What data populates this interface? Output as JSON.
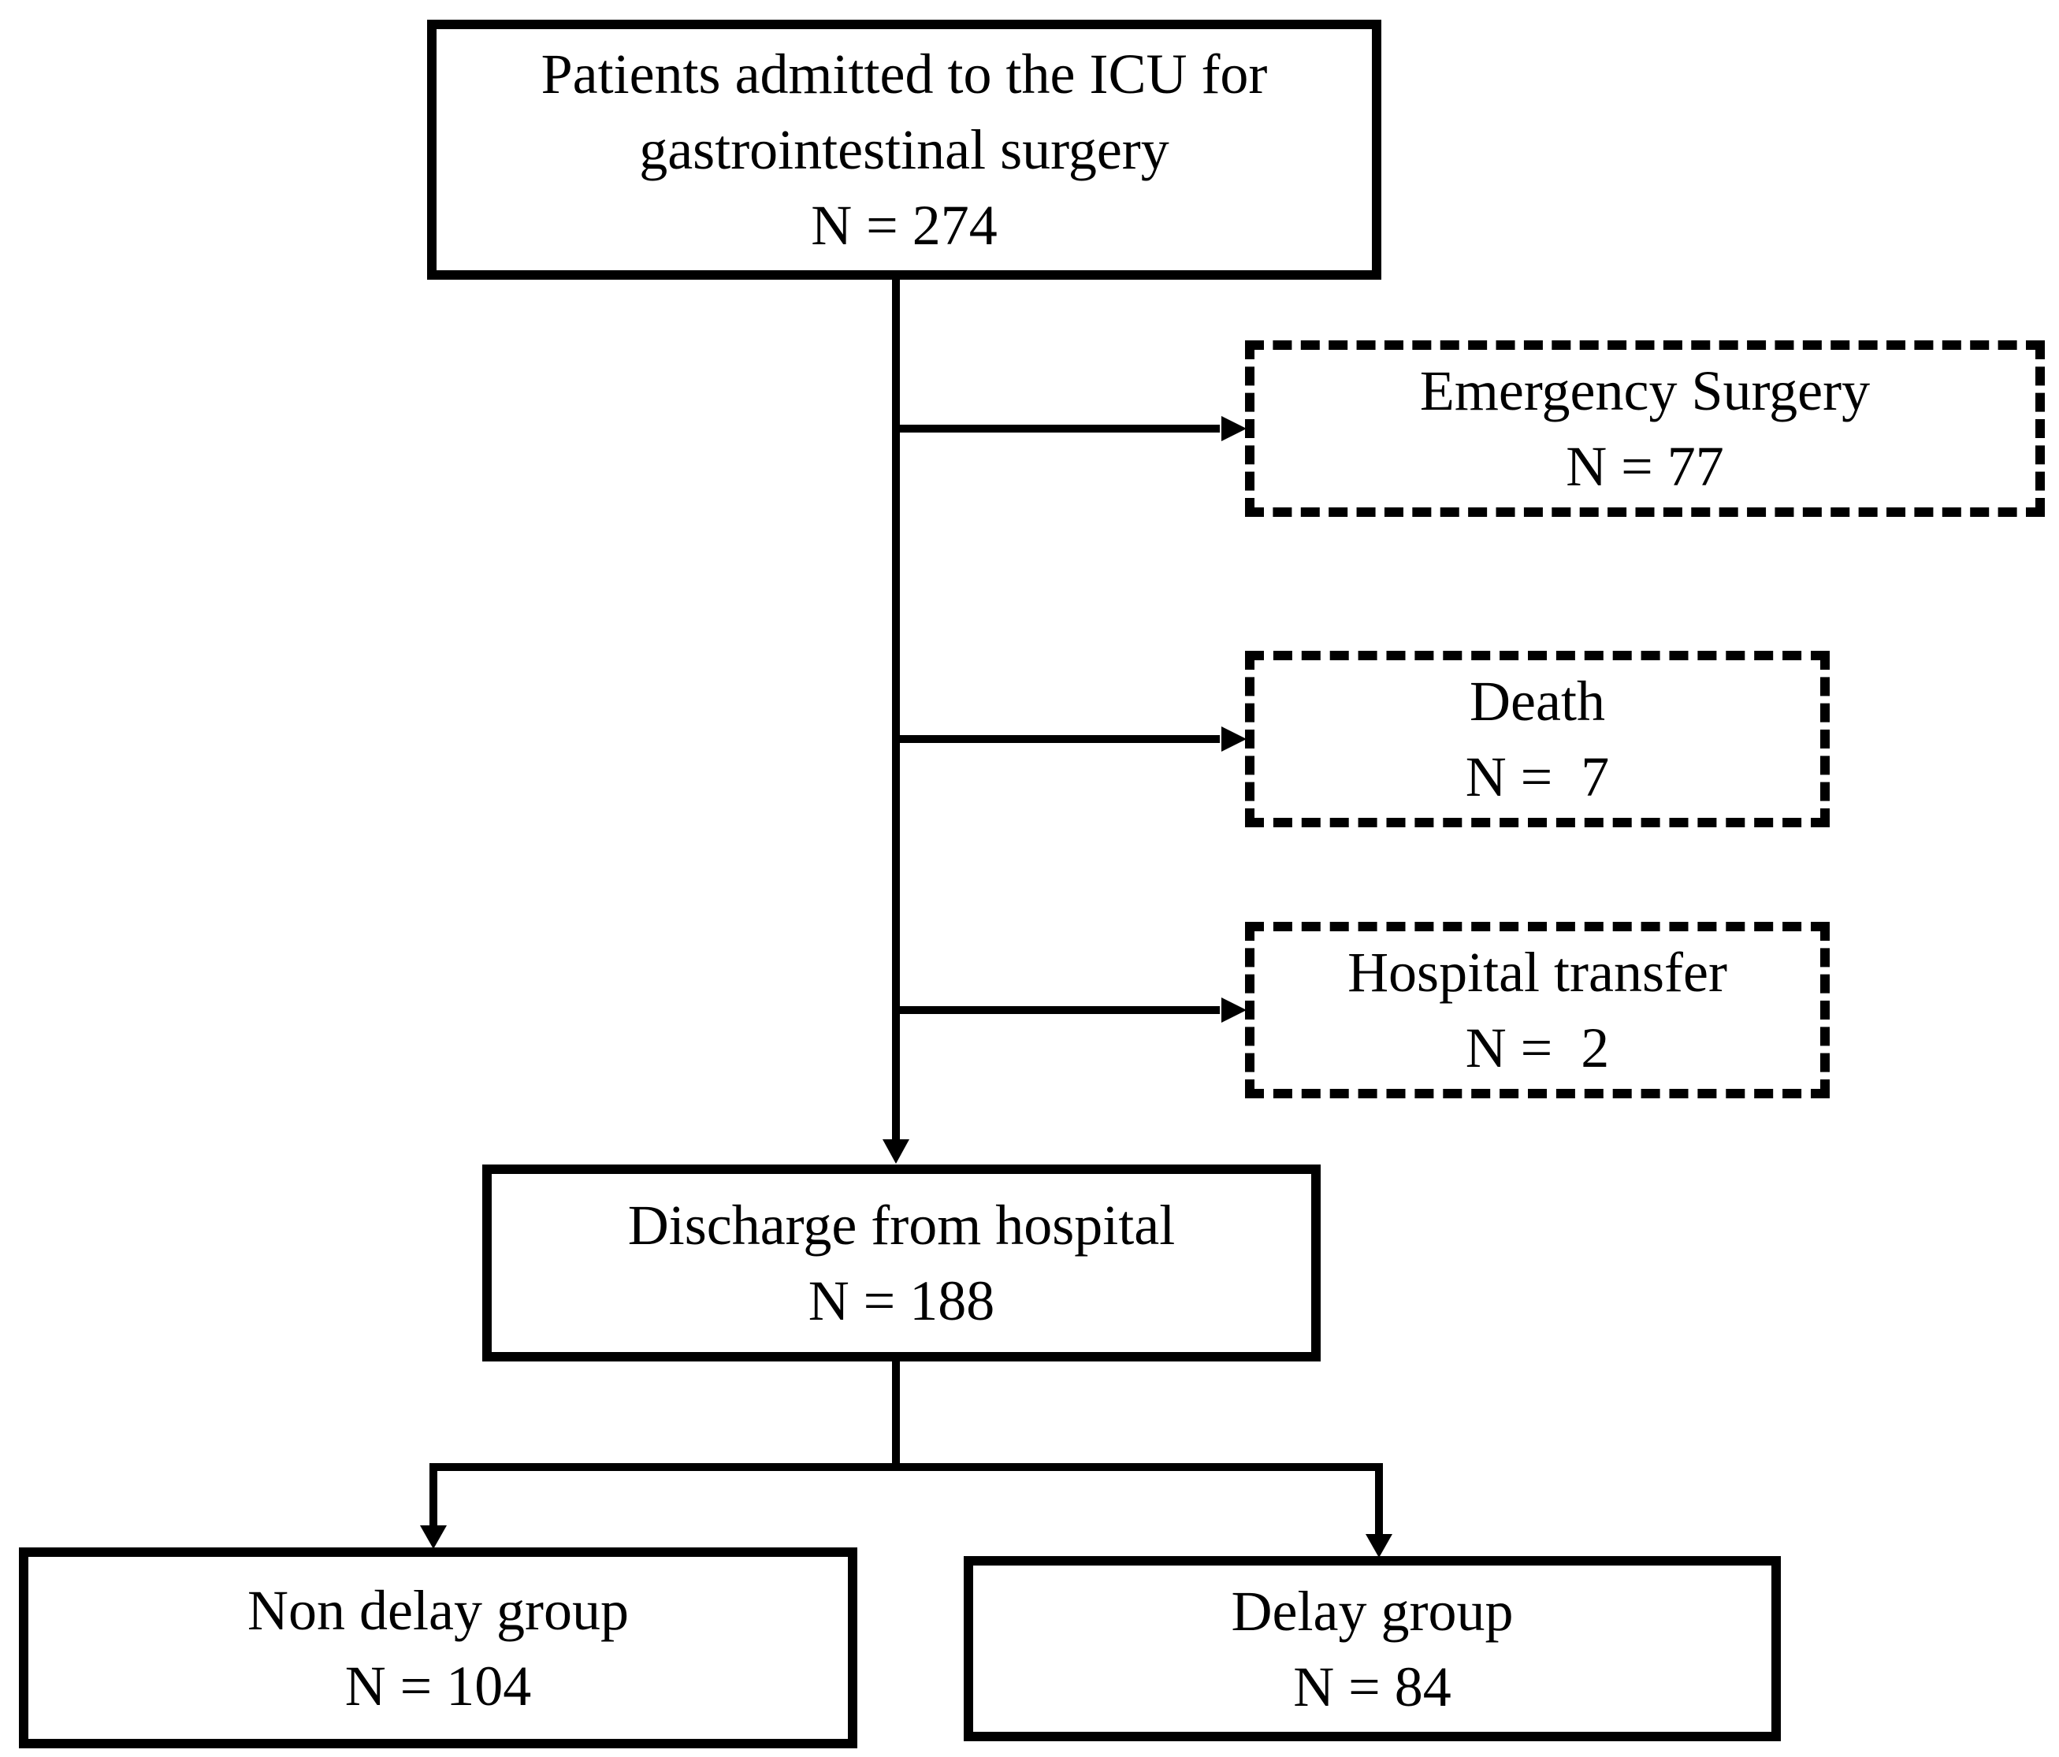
{
  "figure": {
    "type": "flowchart",
    "background_color": "#ffffff",
    "line_color": "#000000",
    "nodes": {
      "admitted": {
        "label": "Patients admitted to the ICU for gastrointestinal surgery",
        "count": "N = 274",
        "border": "solid"
      },
      "emergency": {
        "label": "Emergency Surgery",
        "count": "N = 77",
        "border": "dashed"
      },
      "death": {
        "label": "Death",
        "count": "N =  7",
        "border": "dashed"
      },
      "transfer": {
        "label": "Hospital transfer",
        "count": "N =  2",
        "border": "dashed"
      },
      "discharge": {
        "label": "Discharge from hospital",
        "count": "N = 188",
        "border": "solid"
      },
      "non_delay": {
        "label": "Non delay group",
        "count": "N = 104",
        "border": "solid"
      },
      "delay": {
        "label": "Delay group",
        "count": "N = 84",
        "border": "solid"
      }
    },
    "edges": [
      {
        "from": "admitted",
        "to": "emergency"
      },
      {
        "from": "admitted",
        "to": "death"
      },
      {
        "from": "admitted",
        "to": "transfer"
      },
      {
        "from": "admitted",
        "to": "discharge"
      },
      {
        "from": "discharge",
        "to": "non_delay"
      },
      {
        "from": "discharge",
        "to": "delay"
      }
    ]
  }
}
